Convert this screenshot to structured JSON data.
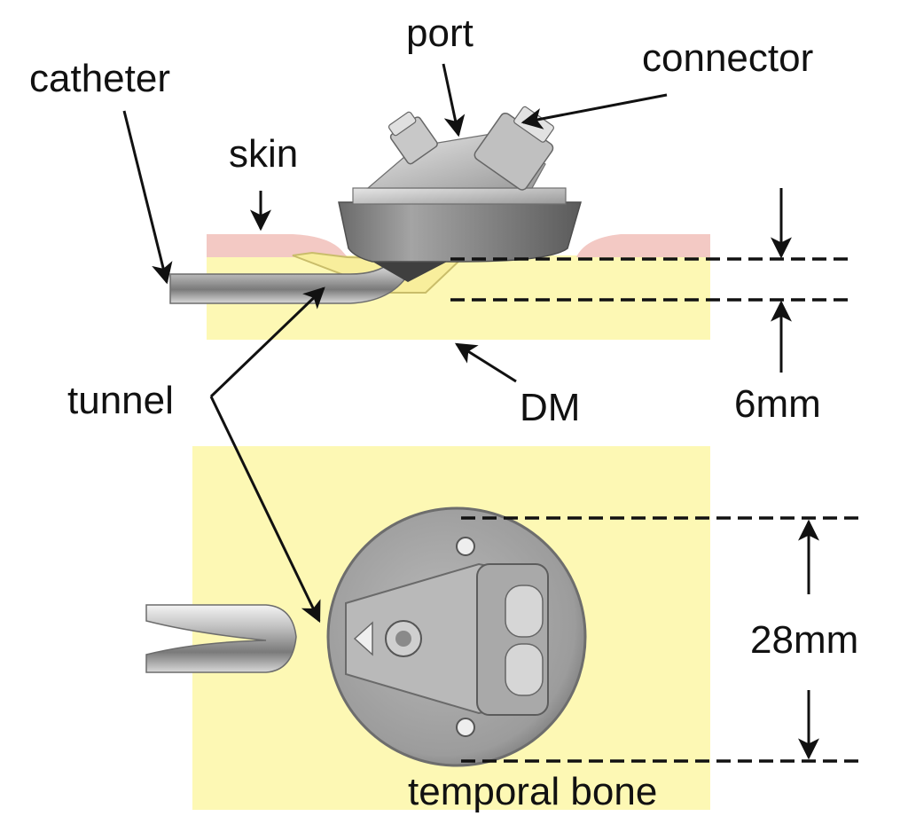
{
  "labels": {
    "catheter": "catheter",
    "port": "port",
    "connector": "connector",
    "skin": "skin",
    "tunnel": "tunnel",
    "dm": "DM",
    "depth": "6mm",
    "diameter": "28mm",
    "temporal_bone": "temporal bone"
  },
  "colors": {
    "skin": "#f3c9c4",
    "tissue": "#fdf8b4",
    "metal": "#8d8d8d",
    "metal_light": "#d2d2d2",
    "text": "#111111"
  }
}
